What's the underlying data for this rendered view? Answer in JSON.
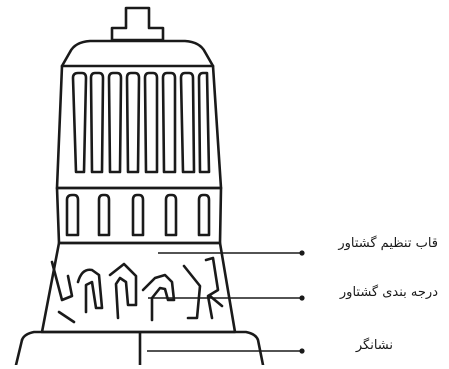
{
  "labels": {
    "top": "قاب تنظیم گشتاور",
    "middle": "درجه بندی گشتاور",
    "bottom": "نشانگر"
  },
  "colors": {
    "ink": "#1a1a1a",
    "background": "#ffffff"
  }
}
